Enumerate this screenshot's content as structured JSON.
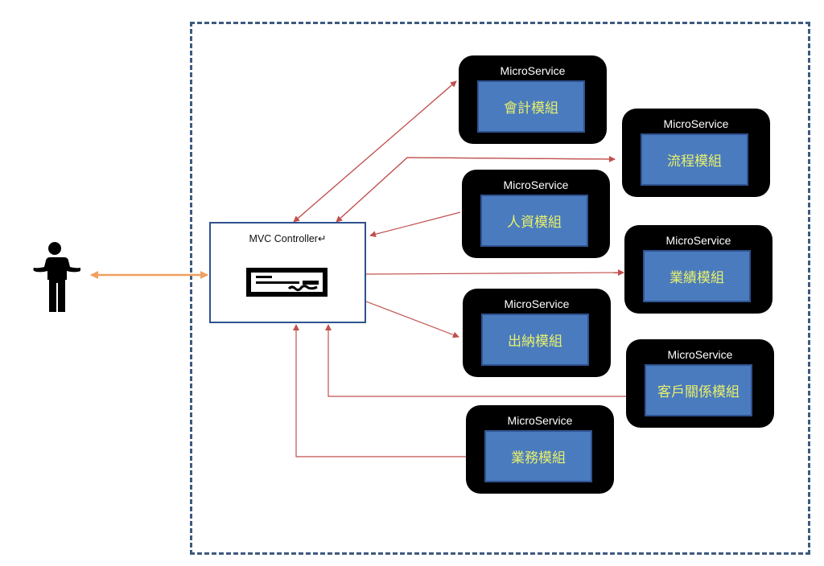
{
  "controller": {
    "title": "MVC Controller↵",
    "icon": "document-check-icon"
  },
  "actor": {
    "icon": "person-icon"
  },
  "colors": {
    "boundary": "#3d5a80",
    "arrow": "#c0504d",
    "user_arrow": "#f0a060",
    "module_fill": "#4a7bbf",
    "module_text": "#e8f06a"
  },
  "microservices": [
    {
      "title": "MicroService",
      "module": "會計模組"
    },
    {
      "title": "MicroService",
      "module": "流程模組"
    },
    {
      "title": "MicroService",
      "module": "人資模組"
    },
    {
      "title": "MicroService",
      "module": "業績模組"
    },
    {
      "title": "MicroService",
      "module": "出納模組"
    },
    {
      "title": "MicroService",
      "module": "客戶關係模組"
    },
    {
      "title": "MicroService",
      "module": "業務模組"
    }
  ]
}
